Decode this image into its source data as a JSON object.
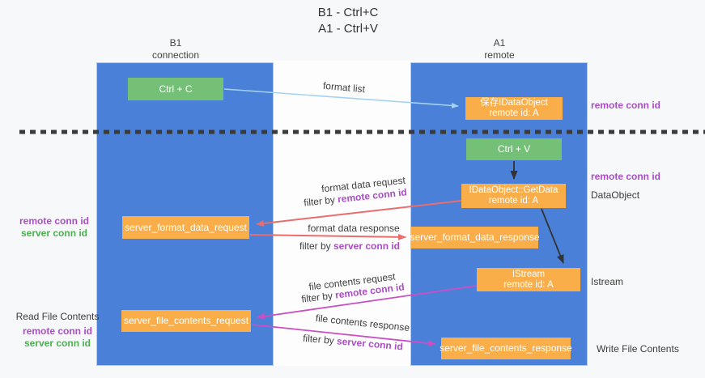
{
  "title": {
    "line1": "B1 - Ctrl+C",
    "line2": "A1 - Ctrl+V"
  },
  "columns": {
    "left": {
      "header_line1": "B1",
      "header_line2": "connection"
    },
    "right": {
      "header_line1": "A1",
      "header_line2": "remote"
    }
  },
  "nodes": {
    "ctrl_c": "Ctrl + C",
    "ctrl_v": "Ctrl + V",
    "save_dataobject": {
      "line1": "保存IDataObject",
      "line2": "remote id: A"
    },
    "getdata": {
      "line1": "IDataObject::GetData",
      "line2": "remote id: A"
    },
    "istream": {
      "line1": "IStream",
      "line2": "remote id: A"
    },
    "server_format_data_request": "server_format_data_request",
    "server_format_data_response": "server_format_data_response",
    "server_file_contents_request": "server_file_contents_request",
    "server_file_contents_response": "server_file_contents_response"
  },
  "side_labels": {
    "right_remote_conn_id_top": "remote conn id",
    "right_remote_conn_id_mid": "remote conn id",
    "right_dataobject": "DataObject",
    "right_istream": "Istream",
    "right_write_file_contents": "Write File Contents",
    "left_remote_conn_id_mid": "remote conn id",
    "left_server_conn_id_mid": "server conn id",
    "left_read_file_contents": "Read File Contents",
    "left_remote_conn_id_bottom": "remote conn id",
    "left_server_conn_id_bottom": "server conn id"
  },
  "arrow_labels": {
    "format_list": "format list",
    "format_request": "format data request",
    "format_request_filter_prefix": "filter by ",
    "format_request_filter_id": "remote conn id",
    "format_response": "format data response",
    "format_response_filter_prefix": "filter by ",
    "format_response_filter_id": "server conn id",
    "file_request": "file contents request",
    "file_request_filter_prefix": "filter by ",
    "file_request_filter_id": "remote conn id",
    "file_response": "file contents response",
    "file_response_filter_prefix": "filter by ",
    "file_response_filter_id": "server conn id"
  },
  "colors": {
    "column_blue": "#4a80d8",
    "box_orange": "#f9ae49",
    "box_green": "#73c076",
    "arrow_blue": "#a5d2f1",
    "arrow_red": "#e96d6d",
    "arrow_magenta": "#c94fc3",
    "arrow_black": "#333333",
    "dashed_divider": "#3a3a3a",
    "label_purple": "#ab4ec6",
    "label_green": "#4caf50",
    "text_dark": "#3c3c3c"
  }
}
